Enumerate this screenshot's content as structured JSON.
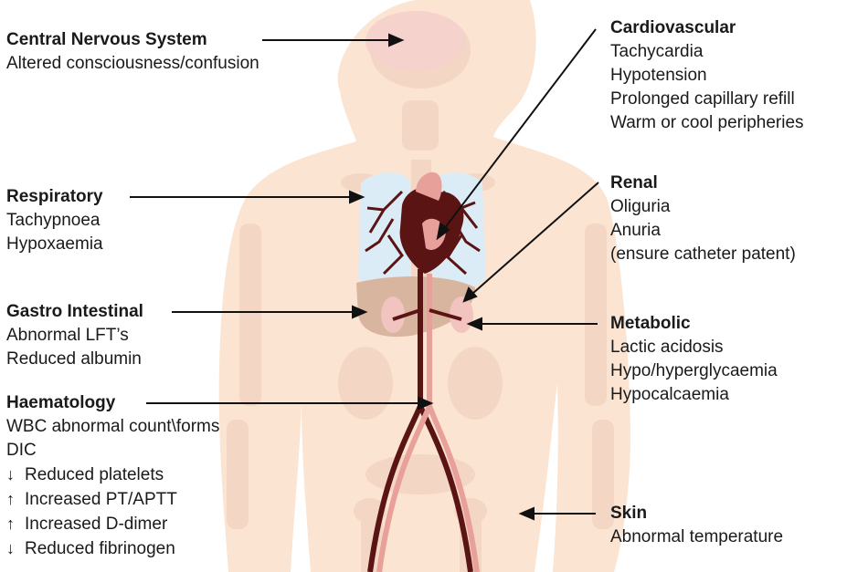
{
  "labels": {
    "cns": {
      "heading": "Central Nervous System",
      "items": [
        "Altered consciousness/confusion"
      ]
    },
    "respiratory": {
      "heading": "Respiratory",
      "items": [
        "Tachypnoea",
        "Hypoxaemia"
      ]
    },
    "gastro": {
      "heading": "Gastro Intestinal",
      "items": [
        "Abnormal LFT’s",
        "Reduced albumin"
      ]
    },
    "haematology": {
      "heading": "Haematology",
      "items": [
        "WBC abnormal count\\forms",
        "DIC"
      ],
      "arrow_items": [
        {
          "direction": "down",
          "symbol": "↓",
          "text": "Reduced platelets"
        },
        {
          "direction": "up",
          "symbol": "↑",
          "text": "Increased PT/APTT"
        },
        {
          "direction": "up",
          "symbol": "↑",
          "text": "Increased D-dimer"
        },
        {
          "direction": "down",
          "symbol": "↓",
          "text": "Reduced fibrinogen"
        }
      ]
    },
    "cardio": {
      "heading": "Cardiovascular",
      "items": [
        "Tachycardia",
        "Hypotension",
        "Prolonged capillary refill",
        "Warm or cool peripheries"
      ]
    },
    "renal": {
      "heading": "Renal",
      "items": [
        "Oliguria",
        "Anuria",
        "(ensure catheter patent)"
      ]
    },
    "metabolic": {
      "heading": "Metabolic",
      "items": [
        "Lactic acidosis",
        "Hypo/hyperglycaemia",
        "Hypocalcaemia"
      ]
    },
    "skin": {
      "heading": "Skin",
      "items": [
        "Abnormal temperature"
      ]
    }
  },
  "colors": {
    "body_silhouette": "#fbe4d2",
    "skeleton": "#f4d6c4",
    "vessel_dark": "#5a1414",
    "vessel_light": "#e8a19a",
    "liver": "#d8b59e",
    "lung_tint": "#dcecf6",
    "leader_line": "#111111"
  }
}
